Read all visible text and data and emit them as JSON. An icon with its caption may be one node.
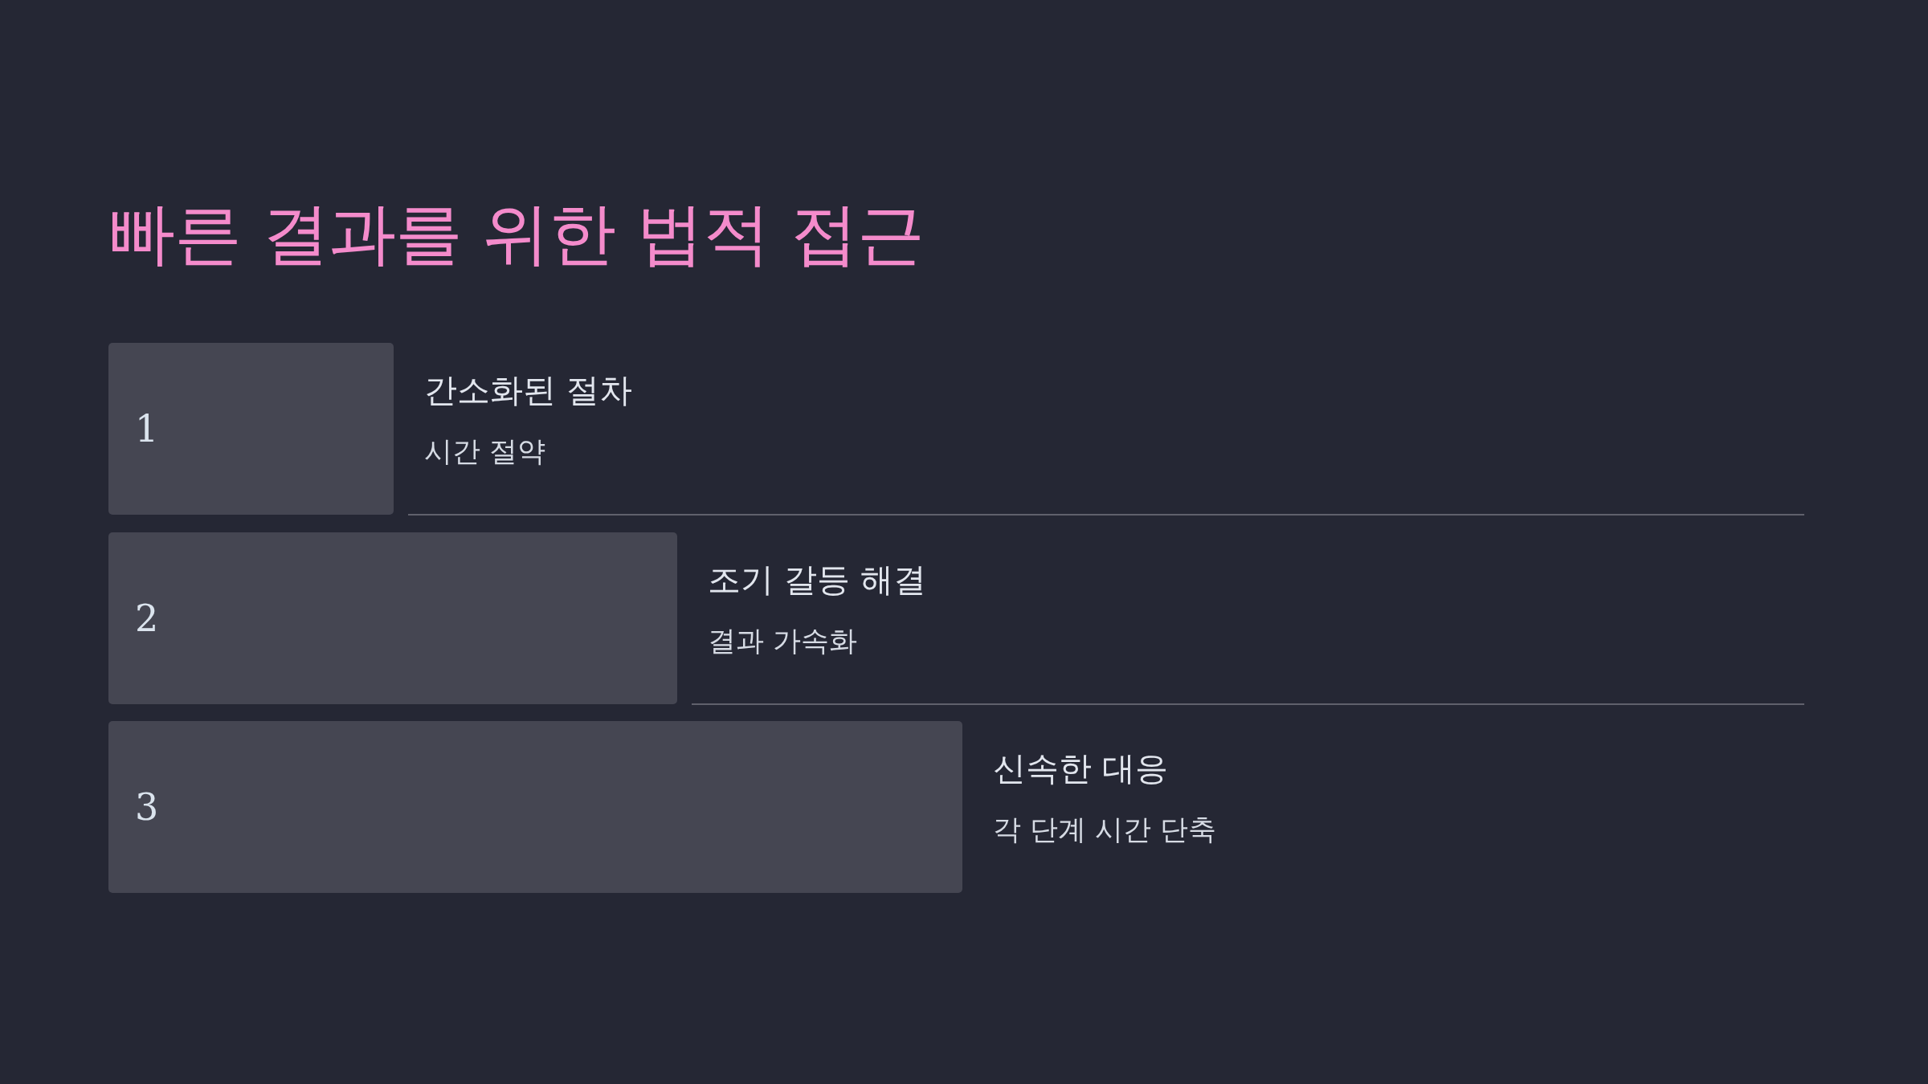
{
  "diagram": {
    "title": "빠른 결과를 위한 법적 접근",
    "nodes": [
      {
        "text": [
          "1"
        ],
        "beside": [
          "간소화된 절차",
          "시간 절약"
        ]
      },
      {
        "text": [
          "2"
        ],
        "beside": [
          "조기 갈등 해결",
          "결과 가속화"
        ]
      },
      {
        "text": [
          "3"
        ],
        "beside": [
          "신속한 대응",
          "각 단계 시간 단축"
        ]
      }
    ]
  }
}
